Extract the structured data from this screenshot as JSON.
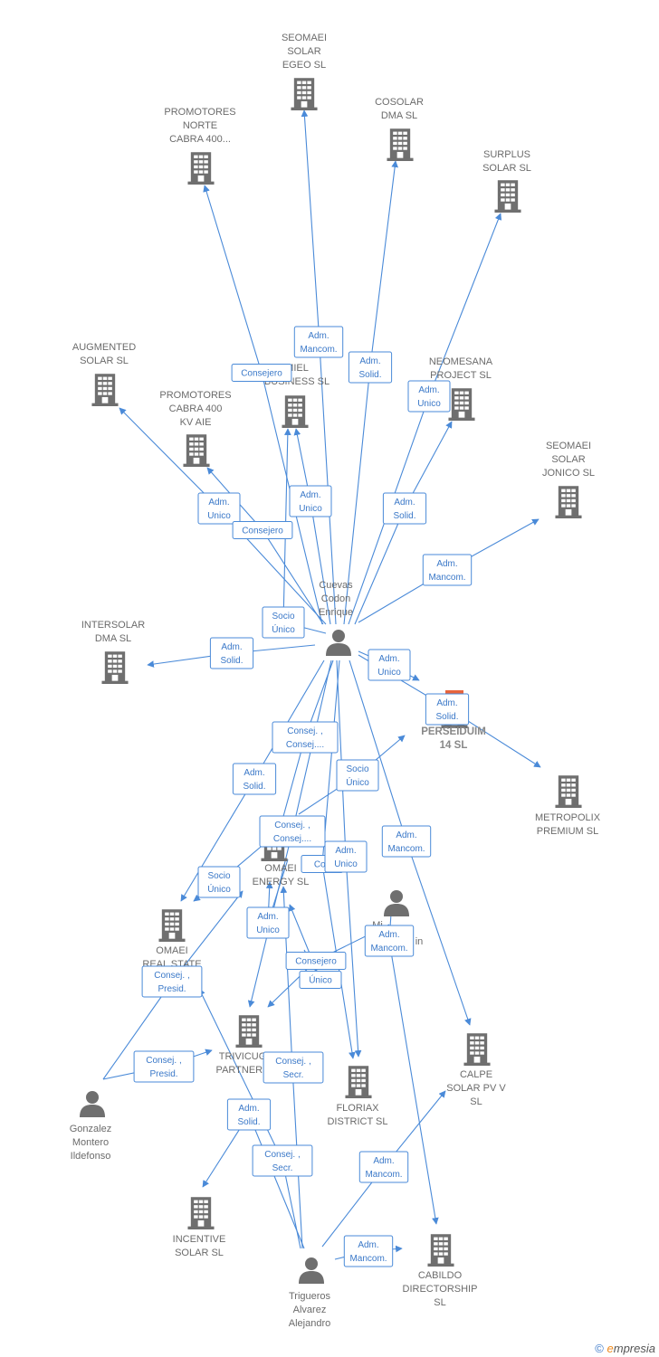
{
  "colors": {
    "edge": "#4a8ad8",
    "building": "#6f6f6f",
    "person": "#6f6f6f",
    "highlight": "#e8643c",
    "text": "#6b6b6b"
  },
  "footer": {
    "copyright_symbol": "©",
    "brand": "mpresia",
    "brand_initial": "e"
  },
  "nodes": [
    {
      "id": "seomaei-egeo",
      "type": "company",
      "label": [
        "SEOMAEI",
        "SOLAR",
        "EGEO  SL"
      ]
    },
    {
      "id": "promotores-norte",
      "type": "company",
      "label": [
        "PROMOTORES",
        "NORTE",
        "CABRA 400..."
      ]
    },
    {
      "id": "cosolar",
      "type": "company",
      "label": [
        "COSOLAR",
        "DMA  SL"
      ]
    },
    {
      "id": "surplus",
      "type": "company",
      "label": [
        "SURPLUS",
        "SOLAR  SL"
      ]
    },
    {
      "id": "augmented",
      "type": "company",
      "label": [
        "AUGMENTED",
        "SOLAR  SL"
      ]
    },
    {
      "id": "promotores-kv",
      "type": "company",
      "label": [
        "PROMOTORES",
        "CABRA 400",
        "KV AIE"
      ]
    },
    {
      "id": "miel-business",
      "type": "company",
      "label": [
        "MIEL",
        "BUSINESS  SL"
      ]
    },
    {
      "id": "neomesana",
      "type": "company",
      "label": [
        "NEOMESANA",
        "PROJECT  SL"
      ]
    },
    {
      "id": "seomaei-jonico",
      "type": "company",
      "label": [
        "SEOMAEI",
        "SOLAR",
        "JONICO  SL"
      ]
    },
    {
      "id": "intersolar",
      "type": "company",
      "label": [
        "INTERSOLAR",
        "DMA  SL"
      ]
    },
    {
      "id": "perseiduim",
      "type": "company-main",
      "label": [
        "PERSEIDUIM",
        "14  SL"
      ]
    },
    {
      "id": "metropolix",
      "type": "company",
      "label": [
        "METROPOLIX",
        "PREMIUM  SL"
      ]
    },
    {
      "id": "omaei-energy",
      "type": "company",
      "label": [
        "OMAEI",
        "ENERGY  SL"
      ]
    },
    {
      "id": "omaei-real",
      "type": "company",
      "label": [
        "OMAEI",
        "REAL STATE"
      ]
    },
    {
      "id": "trivicug",
      "type": "company",
      "label": [
        "TRIVICUG",
        "PARTNERS"
      ]
    },
    {
      "id": "floriax",
      "type": "company",
      "label": [
        "FLORIAX",
        "DISTRICT  SL"
      ]
    },
    {
      "id": "calpe",
      "type": "company",
      "label": [
        "CALPE",
        "SOLAR PV V",
        "SL"
      ]
    },
    {
      "id": "incentive",
      "type": "company",
      "label": [
        "INCENTIVE",
        "SOLAR  SL"
      ]
    },
    {
      "id": "cabildo",
      "type": "company",
      "label": [
        "CABILDO",
        "DIRECTORSHIP",
        "SL"
      ]
    },
    {
      "id": "cuevas",
      "type": "person",
      "label": [
        "Cuevas",
        "Codon",
        "Enrique"
      ]
    },
    {
      "id": "person-mid",
      "type": "person",
      "label": [
        "Mi",
        "in"
      ]
    },
    {
      "id": "gonzalez",
      "type": "person",
      "label": [
        "Gonzalez",
        "Montero",
        "Ildefonso"
      ]
    },
    {
      "id": "trigueros",
      "type": "person",
      "label": [
        "Trigueros",
        "Alvarez",
        "Alejandro"
      ]
    }
  ],
  "edges": [
    {
      "label": [
        "Adm.",
        "Mancom."
      ]
    },
    {
      "label": [
        "Consejero"
      ]
    },
    {
      "label": [
        "Adm.",
        "Solid."
      ]
    },
    {
      "label": [
        "Adm.",
        "Unico"
      ]
    },
    {
      "label": [
        "Adm.",
        "Unico"
      ]
    },
    {
      "label": [
        "Consejero"
      ]
    },
    {
      "label": [
        "Adm.",
        "Unico"
      ]
    },
    {
      "label": [
        "Adm.",
        "Solid."
      ]
    },
    {
      "label": [
        "Adm.",
        "Mancom."
      ]
    },
    {
      "label": [
        "Adm.",
        "Solid."
      ]
    },
    {
      "label": [
        "Socio",
        "Único"
      ]
    },
    {
      "label": [
        "Adm.",
        "Unico"
      ]
    },
    {
      "label": [
        "Adm.",
        "Solid."
      ]
    },
    {
      "label": [
        "Consej. ,",
        "Consej...."
      ]
    },
    {
      "label": [
        "Adm.",
        "Solid."
      ]
    },
    {
      "label": [
        "Socio",
        "Único"
      ]
    },
    {
      "label": [
        "Consej. ,",
        "Consej...."
      ]
    },
    {
      "label": [
        "Adm.",
        "Mancom."
      ]
    },
    {
      "label": [
        "Con"
      ]
    },
    {
      "label": [
        "Adm.",
        "Unico"
      ]
    },
    {
      "label": [
        "Socio",
        "Único"
      ]
    },
    {
      "label": [
        "Adm.",
        "Unico"
      ]
    },
    {
      "label": [
        "Adm.",
        "Mancom."
      ]
    },
    {
      "label": [
        "Consejero"
      ]
    },
    {
      "label": [
        "Único"
      ]
    },
    {
      "label": [
        "Consej. ,",
        "Presid."
      ]
    },
    {
      "label": [
        "Consej. ,",
        "Presid."
      ]
    },
    {
      "label": [
        "Consej. ,",
        "Secr."
      ]
    },
    {
      "label": [
        "Adm.",
        "Solid."
      ]
    },
    {
      "label": [
        "Consej. ,",
        "Secr."
      ]
    },
    {
      "label": [
        "Adm.",
        "Mancom."
      ]
    },
    {
      "label": [
        "Adm.",
        "Mancom."
      ]
    }
  ]
}
